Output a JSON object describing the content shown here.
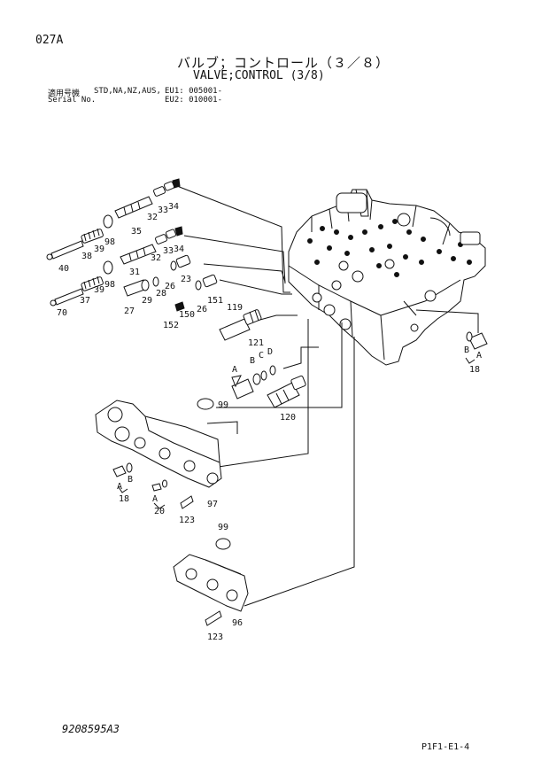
{
  "header": {
    "page_code": "027A",
    "title_jp": "バルブ；コントロール（３／８）",
    "title_en": "VALVE;CONTROL (3/8)",
    "serial_label_jp": "適用号機",
    "serial_label_en": "Serial No.",
    "serial_models": "STD,NA,NZ,AUS,",
    "serial_eu1": "EU1: 005001-",
    "serial_eu2": "EU2: 010001-"
  },
  "footer": {
    "doc_number": "9208595A3",
    "page_ref": "P1F1-E1-4"
  },
  "callouts": {
    "c34a": "34",
    "c33a": "33",
    "c32a": "32",
    "c35": "35",
    "c39a": "39",
    "c98a": "98",
    "c38": "38",
    "c40": "40",
    "c34b": "34",
    "c33b": "33",
    "c32b": "32",
    "c31": "31",
    "c39b": "39",
    "c98b": "98",
    "c37": "37",
    "c70": "70",
    "c23": "23",
    "c26a": "26",
    "c28": "28",
    "c29": "29",
    "c27": "27",
    "c151": "151",
    "c26b": "26",
    "c150": "150",
    "c152": "152",
    "c119": "119",
    "c121": "121",
    "cA1": "A",
    "cB1": "B",
    "cC1": "C",
    "cD1": "D",
    "c120": "120",
    "c99a": "99",
    "cB2": "B",
    "cA2": "A",
    "c18a": "18",
    "cB3": "B",
    "cA3": "A",
    "c18b": "18",
    "cA4": "A",
    "c20": "20",
    "c123a": "123",
    "c97": "97",
    "c99b": "99",
    "c123b": "123",
    "c96": "96"
  }
}
